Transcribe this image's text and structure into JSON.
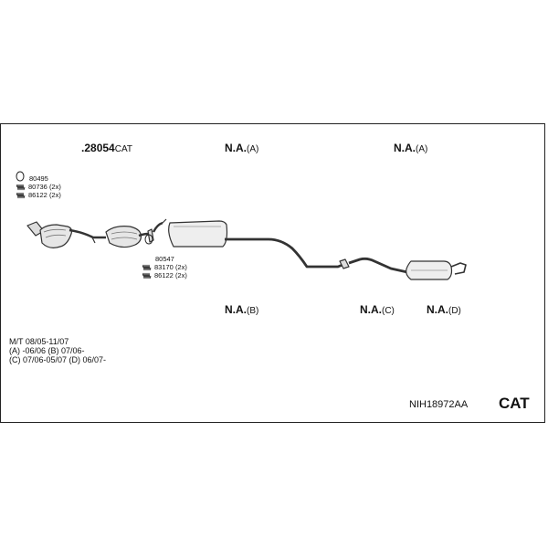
{
  "diagram": {
    "top_labels": [
      {
        "id": "cat-part",
        "main": "28054",
        "suffix": "CAT",
        "prefix": "."
      },
      {
        "id": "na-a-1",
        "main": "N.A.",
        "suffix": "(A)"
      },
      {
        "id": "na-a-2",
        "main": "N.A.",
        "suffix": "(A)"
      }
    ],
    "bottom_labels": [
      {
        "id": "na-b",
        "main": "N.A.",
        "suffix": "(B)"
      },
      {
        "id": "na-c",
        "main": "N.A.",
        "suffix": "(C)"
      },
      {
        "id": "na-d",
        "main": "N.A.",
        "suffix": "(D)"
      }
    ],
    "parts_group_1": [
      {
        "icon": "ring-gasket-icon",
        "code": "80495"
      },
      {
        "icon": "spring-icon",
        "code": "80736 (2x)"
      },
      {
        "icon": "spring-icon",
        "code": "86122 (2x)"
      }
    ],
    "parts_group_2": [
      {
        "icon": "ring-gasket-icon",
        "code": "80547"
      },
      {
        "icon": "spring-icon",
        "code": "83170 (2x)"
      },
      {
        "icon": "spring-icon",
        "code": "86122 (2x)"
      }
    ],
    "applicability": [
      "M/T   08/05-11/07",
      "(A) -06/06 (B) 07/06-",
      "(C) 07/06-05/07 (D) 06/07-"
    ],
    "set_code": "NIH18972AA",
    "badge": "CAT"
  }
}
